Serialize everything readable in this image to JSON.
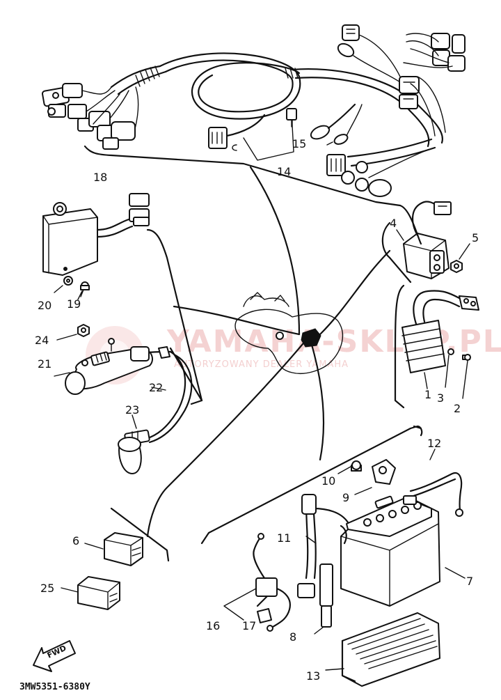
{
  "diagram": {
    "part_code": "3MW5351-6380Y",
    "direction_marker": "FWD",
    "watermark": {
      "brand": "YAMAHA-SKLEP.PL",
      "subline": "AUTORYZOWANY DEALER YAMAHA"
    },
    "callouts": [
      {
        "id": "c1",
        "label": "1"
      },
      {
        "id": "c2",
        "label": "2"
      },
      {
        "id": "c3",
        "label": "3"
      },
      {
        "id": "c4",
        "label": "4"
      },
      {
        "id": "c5",
        "label": "5"
      },
      {
        "id": "c6",
        "label": "6"
      },
      {
        "id": "c7",
        "label": "7"
      },
      {
        "id": "c8",
        "label": "8"
      },
      {
        "id": "c9",
        "label": "9"
      },
      {
        "id": "c10",
        "label": "10"
      },
      {
        "id": "c11",
        "label": "11"
      },
      {
        "id": "c12",
        "label": "12"
      },
      {
        "id": "c13",
        "label": "13"
      },
      {
        "id": "c14",
        "label": "14"
      },
      {
        "id": "c15",
        "label": "15"
      },
      {
        "id": "c16",
        "label": "16"
      },
      {
        "id": "c17",
        "label": "17"
      },
      {
        "id": "c18",
        "label": "18"
      },
      {
        "id": "c19",
        "label": "19"
      },
      {
        "id": "c20",
        "label": "20"
      },
      {
        "id": "c21",
        "label": "21"
      },
      {
        "id": "c22",
        "label": "22"
      },
      {
        "id": "c23",
        "label": "23"
      },
      {
        "id": "c24",
        "label": "24"
      },
      {
        "id": "c25",
        "label": "25"
      }
    ]
  }
}
